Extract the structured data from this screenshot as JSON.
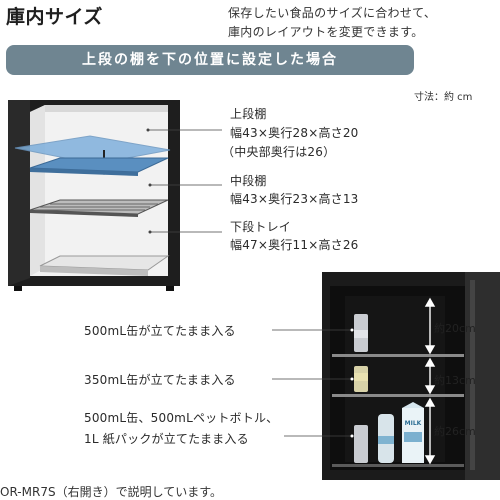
{
  "header": {
    "title": "庫内サイズ",
    "intro_line1": "保存したい食品のサイズに合わせて、",
    "intro_line2": "庫内のレイアウトを変更できます。"
  },
  "banner": {
    "text": "上段の棚を下の位置に設定した場合"
  },
  "unit_note": "寸法：約 cm",
  "shelves": {
    "upper": {
      "heading": "上段棚",
      "dims": "幅43×奥行28×高さ20",
      "note": "（中央部奥行は26）"
    },
    "middle": {
      "heading": "中段棚",
      "dims": "幅43×奥行23×高さ13"
    },
    "lower": {
      "heading": "下段トレイ",
      "dims": "幅47×奥行11×高さ26"
    }
  },
  "capacity": {
    "top": "500mL缶が立てたまま入る",
    "middle": "350mL缶が立てたまま入る",
    "bottom_line1": "500mL缶、500mLペットボトル、",
    "bottom_line2": "1L 紙パックが立てたまま入る"
  },
  "heights": {
    "top": "約20cm",
    "middle": "約13cm",
    "bottom": "約26cm"
  },
  "product_labels": {
    "milk": "MILK"
  },
  "footer": "OR-MR7S（右開き）で説明しています。",
  "colors": {
    "banner_bg": "#6f8591",
    "cabinet_dark": "#2b2b2b",
    "shelf_blue": "#5a8fc0"
  }
}
